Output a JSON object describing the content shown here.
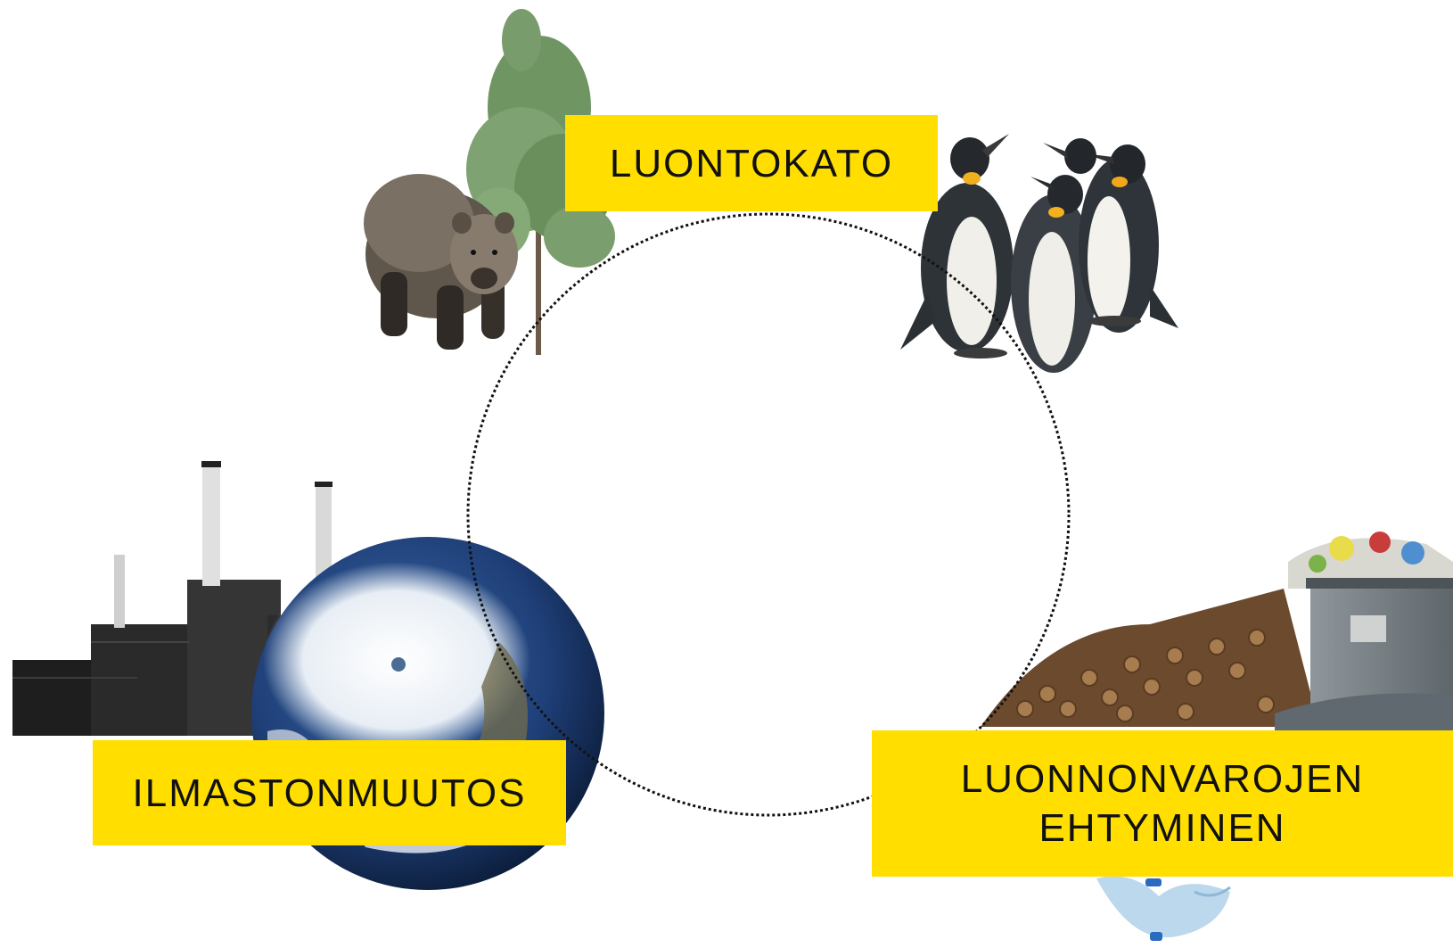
{
  "colors": {
    "accent": "#FFDE00",
    "text": "#111111",
    "cycle_stroke": "#111111"
  },
  "cycle": {
    "labels": {
      "top": "LUONTOKATO",
      "left": "ILMASTONMUUTOS",
      "right_line1": "LUONNONVAROJEN",
      "right_line2": "EHTYMINEN"
    }
  },
  "illustrations": [
    {
      "name": "tree-illustration"
    },
    {
      "name": "bear-illustration"
    },
    {
      "name": "penguins-illustration"
    },
    {
      "name": "power-plant-illustration"
    },
    {
      "name": "earth-hurricane-illustration"
    },
    {
      "name": "logs-pile-illustration"
    },
    {
      "name": "waste-container-illustration"
    },
    {
      "name": "plastic-bottles-illustration"
    }
  ]
}
